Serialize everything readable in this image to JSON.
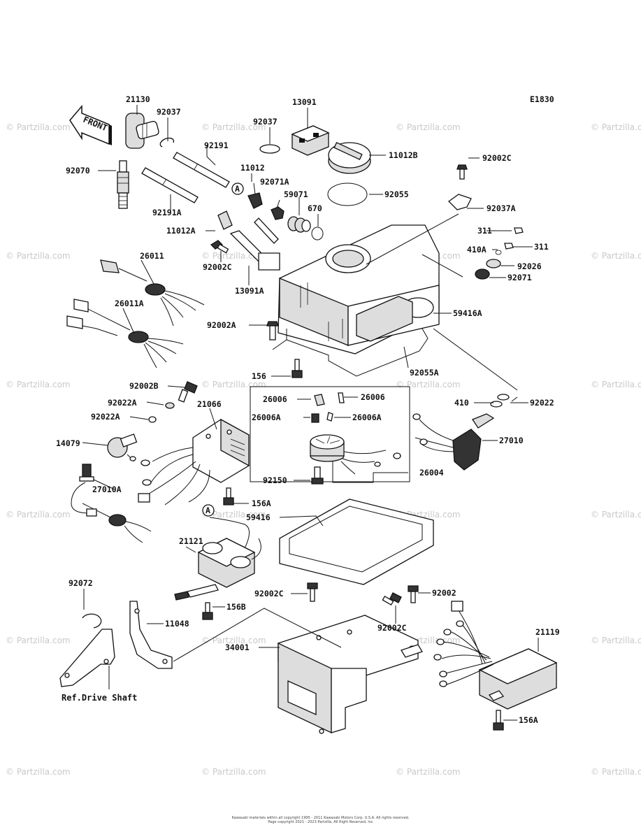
{
  "diagram_code": "E1830",
  "front_label": "FRONT",
  "watermark": "© Partzilla.com",
  "callouts": [
    "A",
    "A"
  ],
  "reference_text": "Ref.Drive Shaft",
  "parts": [
    "21130",
    "92037",
    "92070",
    "92191",
    "92191A",
    "11012",
    "92071A",
    "13091",
    "11012B",
    "92037",
    "92055",
    "92002C",
    "92037A",
    "59071",
    "670",
    "311",
    "311",
    "410A",
    "92026",
    "92071",
    "11012A",
    "92002C",
    "13091A",
    "26011",
    "26011A",
    "92002A",
    "59416A",
    "156",
    "92055A",
    "92002B",
    "92022A",
    "92022A",
    "21066",
    "14079",
    "27010A",
    "26006",
    "26006",
    "26006A",
    "26006A",
    "410",
    "92022",
    "27010",
    "92150",
    "26004",
    "156A",
    "59416",
    "21121",
    "92072",
    "156B",
    "11048",
    "92002C",
    "92002",
    "92002C",
    "21119",
    "34001",
    "156A"
  ],
  "footer_lines": [
    "Kawasaki materials within all copyright 1995 - 2011 Kawasaki Motors Corp. U.S.A. All rights reserved.",
    "Page copyright 2021 - 2023 Partzilla, All Right Reserved, Inc"
  ]
}
